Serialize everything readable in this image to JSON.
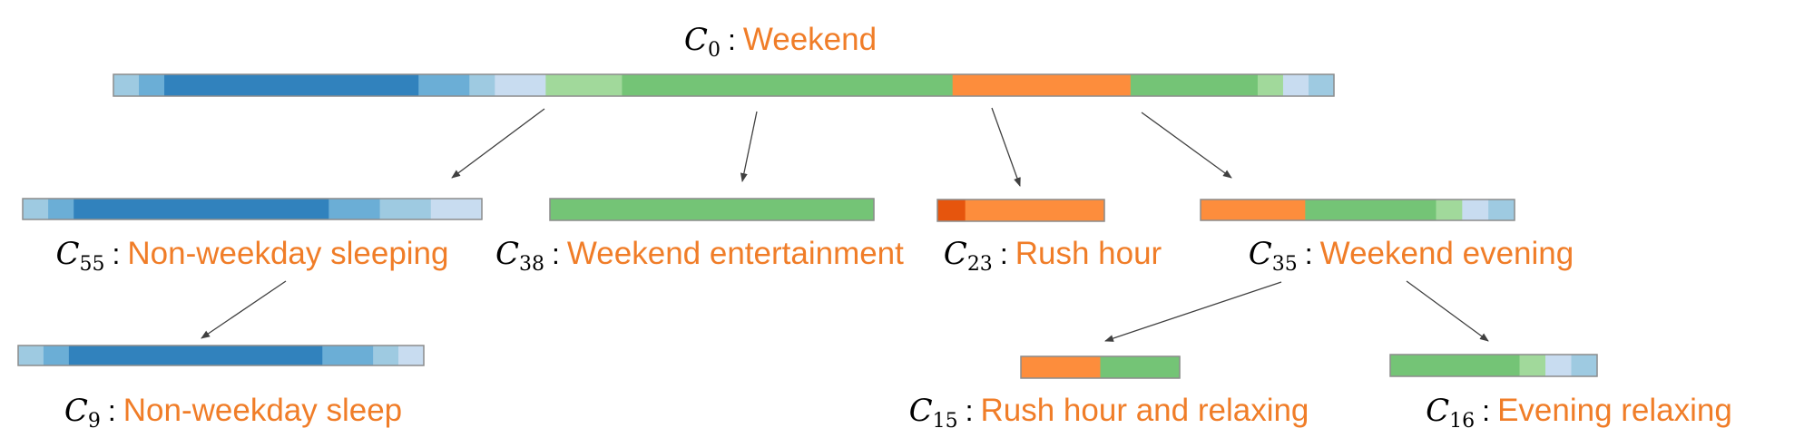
{
  "colors": {
    "blue_light": "#c8dcf0",
    "blue_pale": "#9ecae1",
    "blue_mid": "#6baed6",
    "blue_dark": "#3182bd",
    "green_light": "#a1d99b",
    "green": "#74c476",
    "orange": "#fd8d3c",
    "orange_dark": "#e6550d",
    "label": "#f07d28",
    "border": "#8c8c8c",
    "arrow": "#404040"
  },
  "clusters": [
    {
      "id": "c0",
      "var": "C",
      "sub": "0",
      "colon": ":",
      "name": "Weekend",
      "segments": [
        [
          "blue_pale",
          2
        ],
        [
          "blue_mid",
          2
        ],
        [
          "blue_dark",
          20
        ],
        [
          "blue_mid",
          4
        ],
        [
          "blue_pale",
          2
        ],
        [
          "blue_light",
          4
        ],
        [
          "green_light",
          6
        ],
        [
          "green",
          26
        ],
        [
          "orange",
          14
        ],
        [
          "green",
          10
        ],
        [
          "green_light",
          2
        ],
        [
          "blue_light",
          2
        ],
        [
          "blue_pale",
          2
        ]
      ]
    },
    {
      "id": "c55",
      "var": "C",
      "sub": "55",
      "colon": ":",
      "name": "Non-weekday sleeping",
      "segments": [
        [
          "blue_pale",
          2
        ],
        [
          "blue_mid",
          2
        ],
        [
          "blue_dark",
          20
        ],
        [
          "blue_mid",
          4
        ],
        [
          "blue_pale",
          4
        ],
        [
          "blue_light",
          4
        ]
      ]
    },
    {
      "id": "c38",
      "var": "C",
      "sub": "38",
      "colon": ":",
      "name": "Weekend entertainment",
      "segments": [
        [
          "green",
          1
        ]
      ]
    },
    {
      "id": "c23",
      "var": "C",
      "sub": "23",
      "colon": ":",
      "name": "Rush hour",
      "segments": [
        [
          "orange_dark",
          1
        ],
        [
          "orange",
          5
        ]
      ]
    },
    {
      "id": "c35",
      "var": "C",
      "sub": "35",
      "colon": ":",
      "name": "Weekend evening",
      "segments": [
        [
          "orange",
          8
        ],
        [
          "green",
          10
        ],
        [
          "green_light",
          2
        ],
        [
          "blue_light",
          2
        ],
        [
          "blue_pale",
          2
        ]
      ]
    },
    {
      "id": "c9",
      "var": "C",
      "sub": "9",
      "colon": ":",
      "name": "Non-weekday sleep",
      "segments": [
        [
          "blue_pale",
          2
        ],
        [
          "blue_mid",
          2
        ],
        [
          "blue_dark",
          20
        ],
        [
          "blue_mid",
          4
        ],
        [
          "blue_pale",
          2
        ],
        [
          "blue_light",
          2
        ]
      ]
    },
    {
      "id": "c15",
      "var": "C",
      "sub": "15",
      "colon": ":",
      "name": "Rush hour and relaxing",
      "segments": [
        [
          "orange",
          1
        ],
        [
          "green",
          1
        ]
      ]
    },
    {
      "id": "c16",
      "var": "C",
      "sub": "16",
      "colon": ":",
      "name": "Evening relaxing",
      "segments": [
        [
          "green",
          10
        ],
        [
          "green_light",
          2
        ],
        [
          "blue_light",
          2
        ],
        [
          "blue_pale",
          2
        ]
      ]
    }
  ]
}
